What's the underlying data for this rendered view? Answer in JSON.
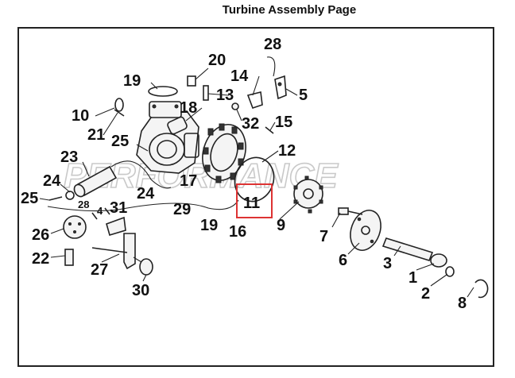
{
  "page": {
    "title": "Turbine Assembly Page"
  },
  "watermark": {
    "text": "PERFORMANCE",
    "color": "#c9c9c9"
  },
  "highlight": {
    "label": "11",
    "color": "#dd3333"
  },
  "callouts": [
    {
      "id": "p28",
      "text": "28"
    },
    {
      "id": "p20",
      "text": "20"
    },
    {
      "id": "p19a",
      "text": "19"
    },
    {
      "id": "p14",
      "text": "14"
    },
    {
      "id": "p13",
      "text": "13"
    },
    {
      "id": "p5",
      "text": "5"
    },
    {
      "id": "p10",
      "text": "10"
    },
    {
      "id": "p18",
      "text": "18"
    },
    {
      "id": "p32",
      "text": "32"
    },
    {
      "id": "p15",
      "text": "15"
    },
    {
      "id": "p21",
      "text": "21"
    },
    {
      "id": "p25a",
      "text": "25"
    },
    {
      "id": "p12",
      "text": "12"
    },
    {
      "id": "p23",
      "text": "23"
    },
    {
      "id": "p24a",
      "text": "24"
    },
    {
      "id": "p17",
      "text": "17"
    },
    {
      "id": "p24b",
      "text": "24"
    },
    {
      "id": "p25b",
      "text": "25"
    },
    {
      "id": "p29",
      "text": "29"
    },
    {
      "id": "p11",
      "text": "11"
    },
    {
      "id": "p28b",
      "text": "28"
    },
    {
      "id": "p4",
      "text": "4"
    },
    {
      "id": "p31",
      "text": "31"
    },
    {
      "id": "p19b",
      "text": "19"
    },
    {
      "id": "p16",
      "text": "16"
    },
    {
      "id": "p9",
      "text": "9"
    },
    {
      "id": "p26",
      "text": "26"
    },
    {
      "id": "p7",
      "text": "7"
    },
    {
      "id": "p22",
      "text": "22"
    },
    {
      "id": "p6",
      "text": "6"
    },
    {
      "id": "p3",
      "text": "3"
    },
    {
      "id": "p27",
      "text": "27"
    },
    {
      "id": "p1",
      "text": "1"
    },
    {
      "id": "p2",
      "text": "2"
    },
    {
      "id": "p30",
      "text": "30"
    },
    {
      "id": "p8",
      "text": "8"
    }
  ]
}
